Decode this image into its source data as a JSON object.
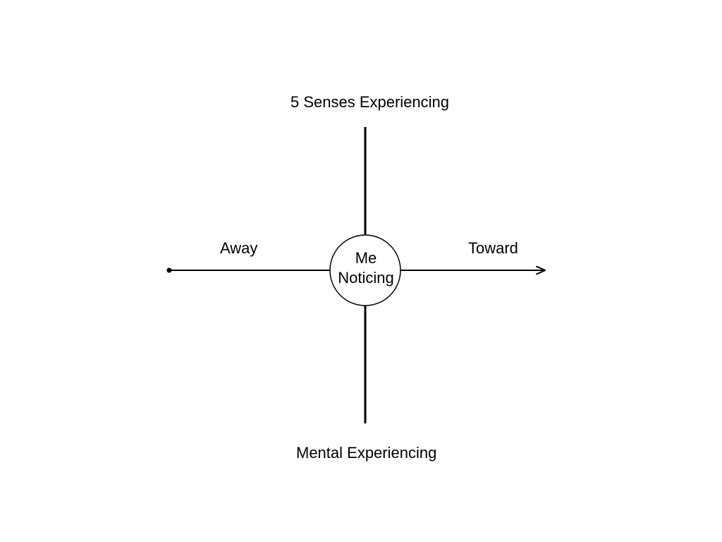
{
  "diagram": {
    "top_label": "5 Senses Experiencing",
    "bottom_label": "Mental Experiencing",
    "left_label": "Away",
    "right_label": "Toward",
    "center_line1": "Me",
    "center_line2": "Noticing"
  },
  "colors": {
    "line": "#000000",
    "background": "#ffffff"
  }
}
